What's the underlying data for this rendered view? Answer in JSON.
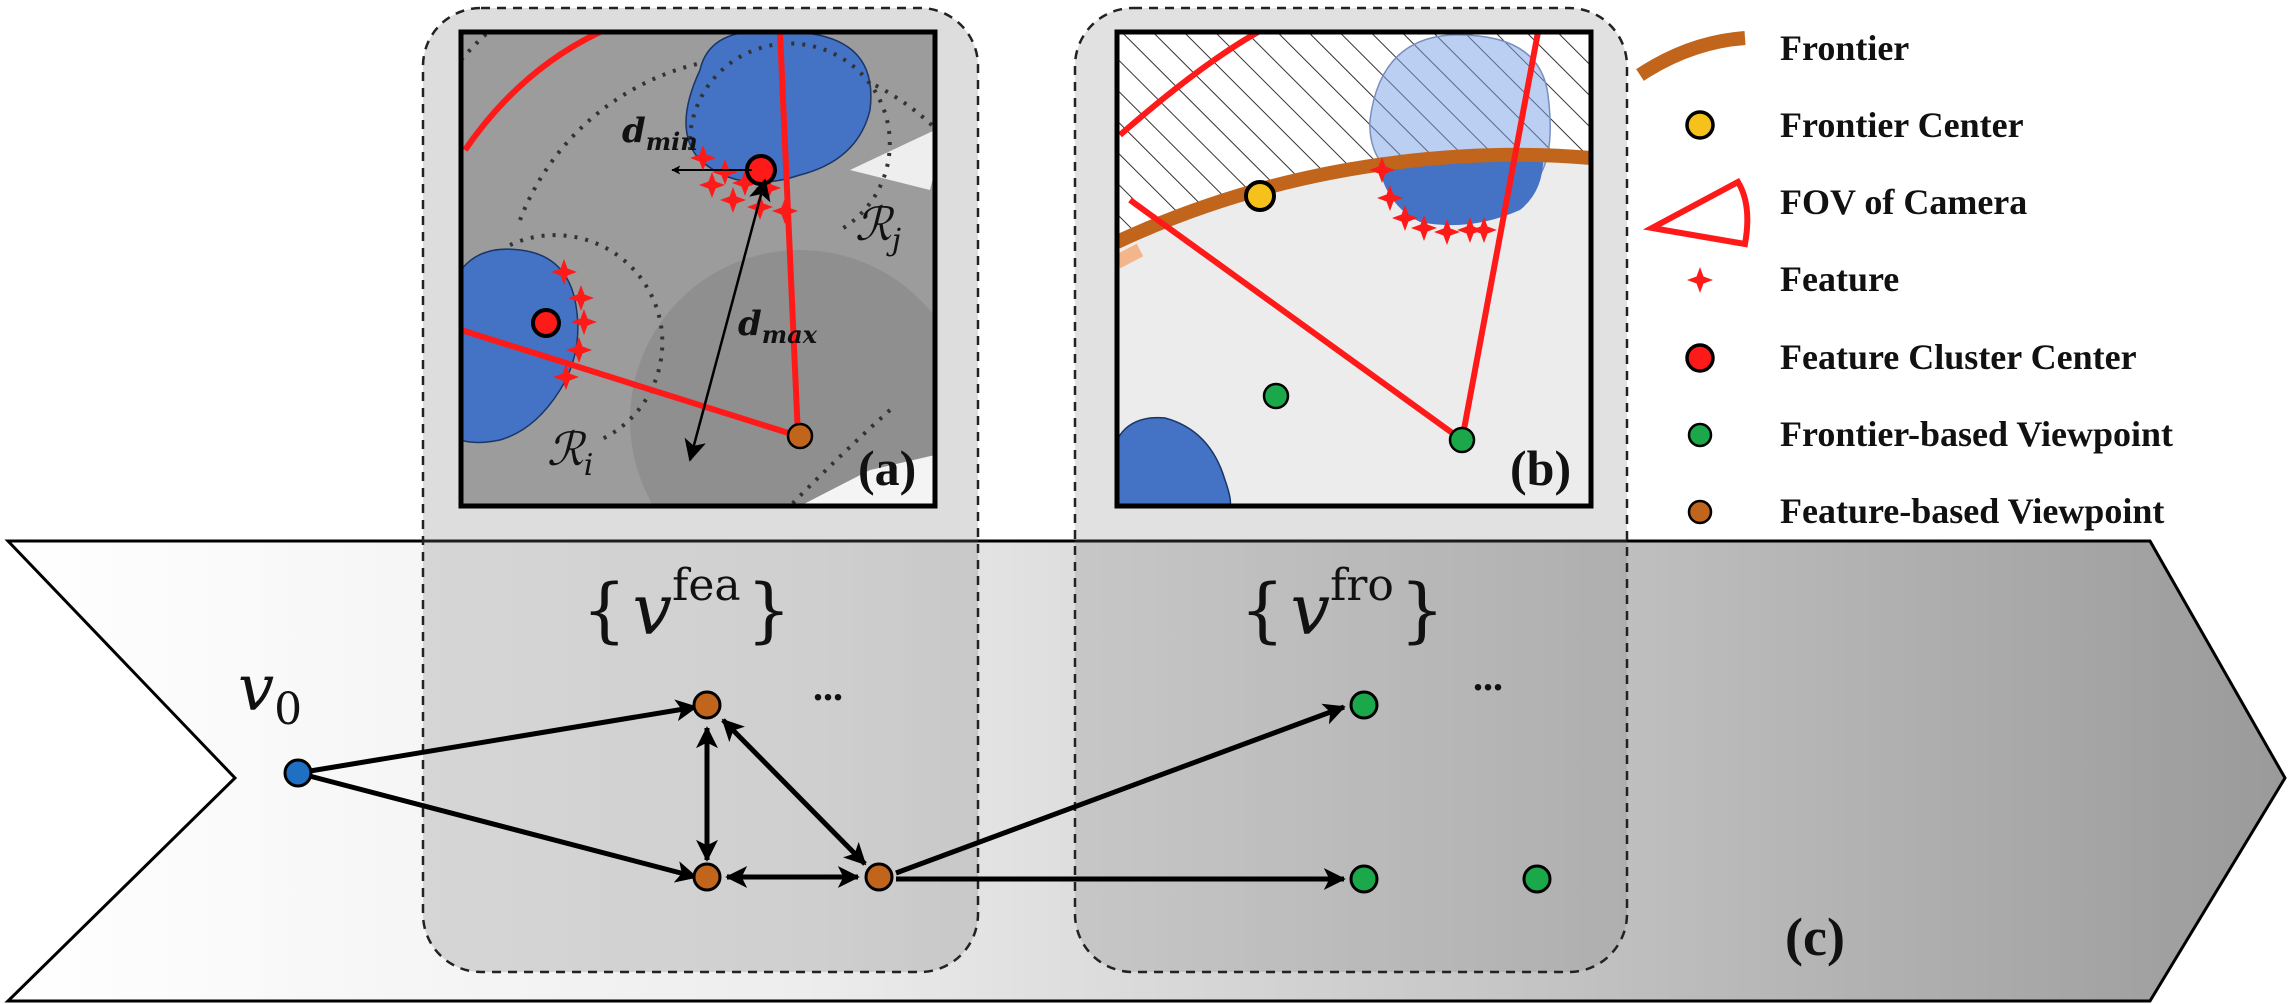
{
  "legend": {
    "items": [
      {
        "id": "frontier",
        "label": "Frontier",
        "color": "#c0651b"
      },
      {
        "id": "frontier-center",
        "label": "Frontier Center",
        "color": "#f5c11a"
      },
      {
        "id": "fov",
        "label": "FOV of Camera",
        "color": "#ff1a1a"
      },
      {
        "id": "feature",
        "label": "Feature",
        "color": "#ff1a1a"
      },
      {
        "id": "feature-cluster-center",
        "label": "Feature Cluster Center",
        "color": "#ff1a1a"
      },
      {
        "id": "frontier-viewpoint",
        "label": "Frontier-based Viewpoint",
        "color": "#1aa84a"
      },
      {
        "id": "feature-viewpoint",
        "label": "Feature-based Viewpoint",
        "color": "#c0651b"
      }
    ]
  },
  "panels": {
    "a": {
      "tag": "(a)",
      "d_min": "d",
      "d_min_sub": "min",
      "d_max": "d",
      "d_max_sub": "max",
      "region_i": "ℛ",
      "region_i_sub": "i",
      "region_j": "ℛ",
      "region_j_sub": "j"
    },
    "b": {
      "tag": "(b)"
    },
    "c": {
      "tag": "(c)"
    }
  },
  "graph": {
    "start_node": {
      "label": "v",
      "sub": "0"
    },
    "fea_set": {
      "open": "{",
      "var": "v",
      "sup": "fea",
      "close": "}"
    },
    "fro_set": {
      "open": "{",
      "var": "v",
      "sup": "fro",
      "close": "}"
    },
    "ellipsis_fea": "...",
    "ellipsis_fro": "..."
  },
  "colors": {
    "obstacle": "#4472c4",
    "fov": "#ff1a1a",
    "frontier": "#c0651b",
    "frontier_viewpoint": "#1aa84a",
    "feature_viewpoint": "#c0651b",
    "start_node": "#1f6fc2",
    "frontier_center": "#f5c11a"
  }
}
